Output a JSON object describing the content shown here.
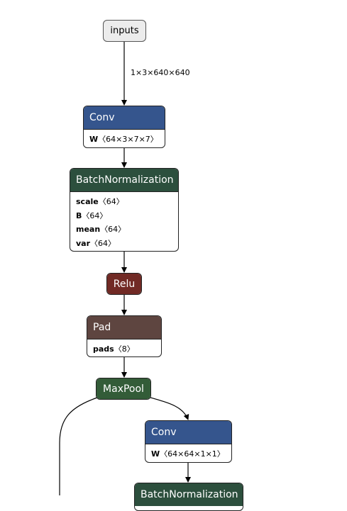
{
  "colors": {
    "conv": "#35558d",
    "batchnorm": "#2c4f3d",
    "relu": "#712a25",
    "pad": "#5e4540",
    "maxpool": "#335c38",
    "input": "#ececec",
    "edge": "#000000"
  },
  "graph": {
    "input_node": {
      "label": "inputs"
    },
    "input_edge_label": "1×3×640×640",
    "conv1": {
      "op": "Conv",
      "attrs": [
        {
          "name": "W",
          "value": "〈64×3×7×7〉"
        }
      ]
    },
    "bn1": {
      "op": "BatchNormalization",
      "attrs": [
        {
          "name": "scale",
          "value": "〈64〉"
        },
        {
          "name": "B",
          "value": "〈64〉"
        },
        {
          "name": "mean",
          "value": "〈64〉"
        },
        {
          "name": "var",
          "value": "〈64〉"
        }
      ]
    },
    "relu1": {
      "op": "Relu"
    },
    "pad1": {
      "op": "Pad",
      "attrs": [
        {
          "name": "pads",
          "value": "〈8〉"
        }
      ]
    },
    "maxpool1": {
      "op": "MaxPool"
    },
    "conv2": {
      "op": "Conv",
      "attrs": [
        {
          "name": "W",
          "value": "〈64×64×1×1〉"
        }
      ]
    },
    "bn2": {
      "op": "BatchNormalization"
    }
  }
}
